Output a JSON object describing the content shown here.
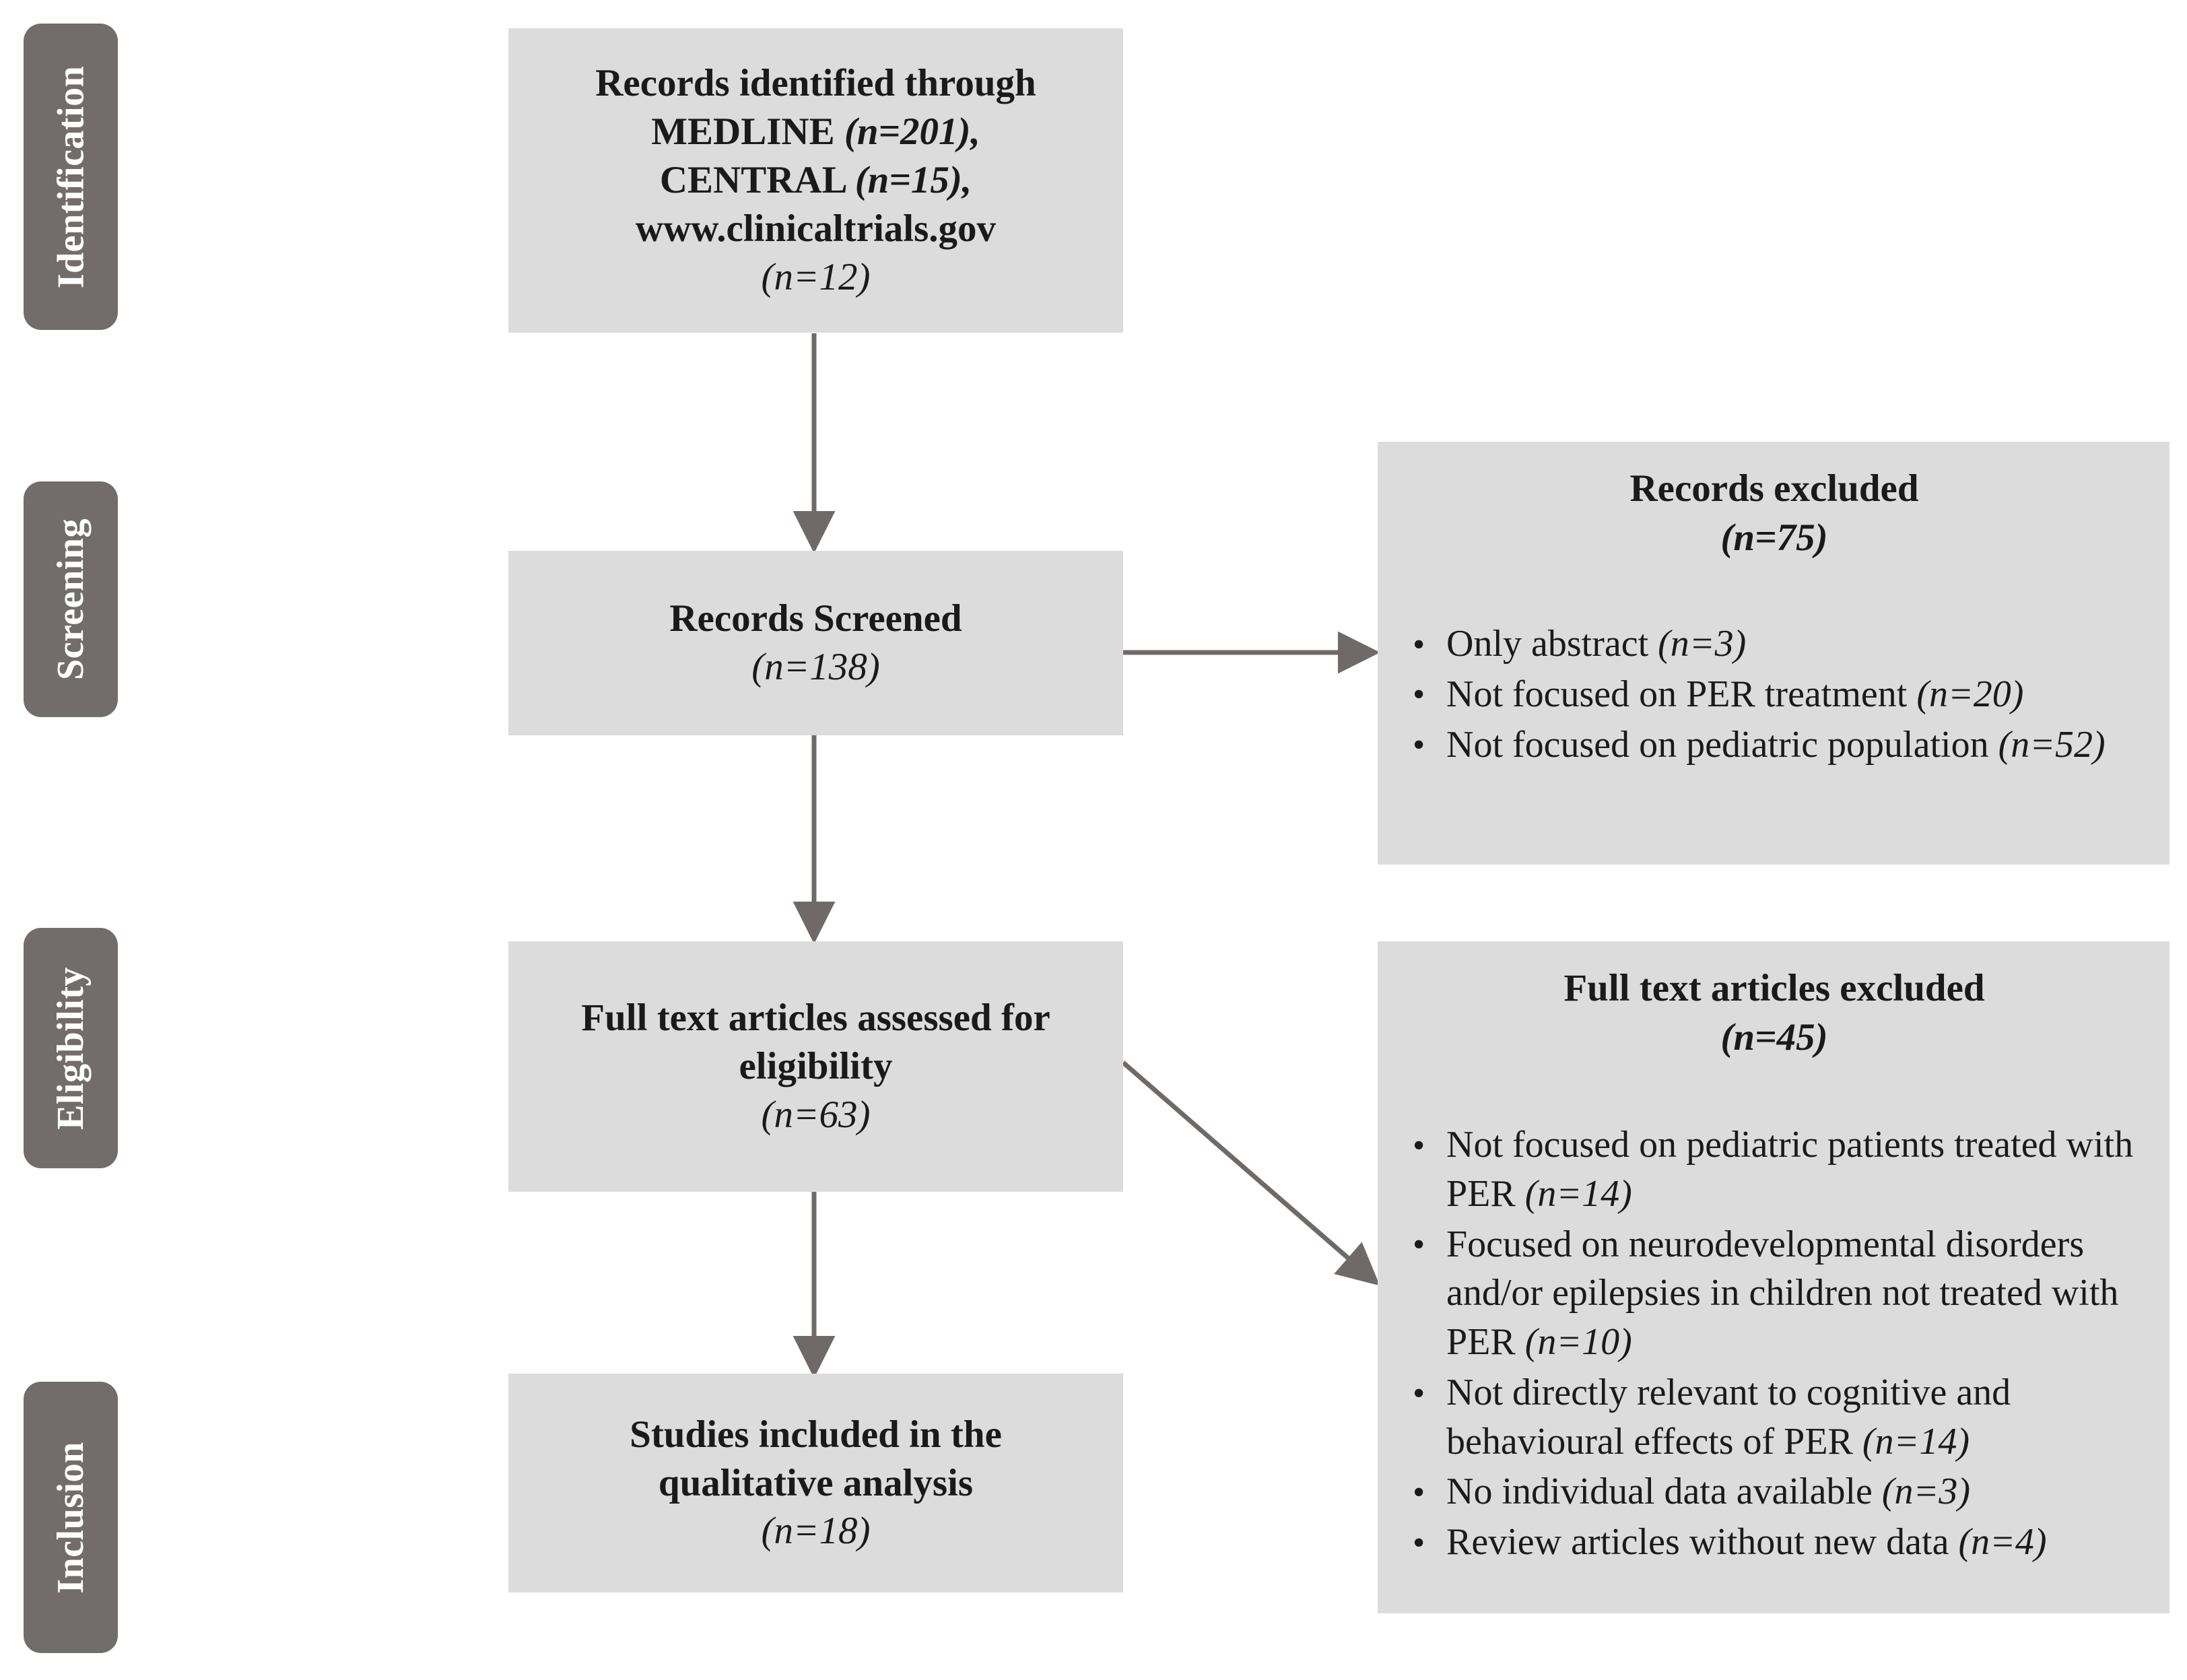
{
  "diagram": {
    "title": "PRISMA flow diagram",
    "colors": {
      "box_fill": "#dcdcdc",
      "stage_tab_fill": "#726d6b",
      "stage_tab_text": "#ffffff",
      "arrow": "#6f6a68",
      "text": "#1a1a1a",
      "background": "#ffffff"
    }
  },
  "stages": [
    {
      "label": "Identification"
    },
    {
      "label": "Screening"
    },
    {
      "label": "Eligibility"
    },
    {
      "label": "Inclusion"
    }
  ],
  "boxes": {
    "identified": {
      "line1": "Records identified through",
      "line2_label": "MEDLINE ",
      "line2_n": "(n=201),",
      "line3_label": "CENTRAL ",
      "line3_n": "(n=15),",
      "line4": "www.clinicaltrials.gov",
      "line5_n": "(n=12)"
    },
    "screened": {
      "title": "Records Screened",
      "n": "(n=138)"
    },
    "fulltext": {
      "title_line1": "Full text articles assessed for",
      "title_line2": "eligibility",
      "n": "(n=63)"
    },
    "included": {
      "title_line1": "Studies included in the",
      "title_line2": "qualitative analysis",
      "n": "(n=18)"
    }
  },
  "excluded_records": {
    "heading": "Records excluded",
    "heading_n": "(n=75)",
    "items": [
      {
        "text": "Only abstract ",
        "n": "(n=3)"
      },
      {
        "text": "Not focused on PER treatment ",
        "n": "(n=20)"
      },
      {
        "text": "Not focused on pediatric population ",
        "n": "(n=52)"
      }
    ]
  },
  "excluded_fulltext": {
    "heading": "Full text articles excluded",
    "heading_n": "(n=45)",
    "items": [
      {
        "text": "Not focused on pediatric patients treated with PER ",
        "n": "(n=14)"
      },
      {
        "text": "Focused on neurodevelopmental disorders and/or epilepsies in children not treated with PER ",
        "n": "(n=10)"
      },
      {
        "text": "Not directly relevant to cognitive and behavioural effects of PER ",
        "n": "(n=14)"
      },
      {
        "text": "No individual data available  ",
        "n": "(n=3)"
      },
      {
        "text": "Review articles without new data ",
        "n": "(n=4)"
      }
    ]
  },
  "arrows": [
    {
      "name": "identified-to-screened",
      "type": "vertical-down"
    },
    {
      "name": "screened-to-excluded-records",
      "type": "horizontal-right"
    },
    {
      "name": "screened-to-fulltext",
      "type": "vertical-down"
    },
    {
      "name": "fulltext-to-excluded-fulltext",
      "type": "diagonal-down-right"
    },
    {
      "name": "fulltext-to-included",
      "type": "vertical-down"
    }
  ],
  "icons": {
    "bullet": "•"
  }
}
